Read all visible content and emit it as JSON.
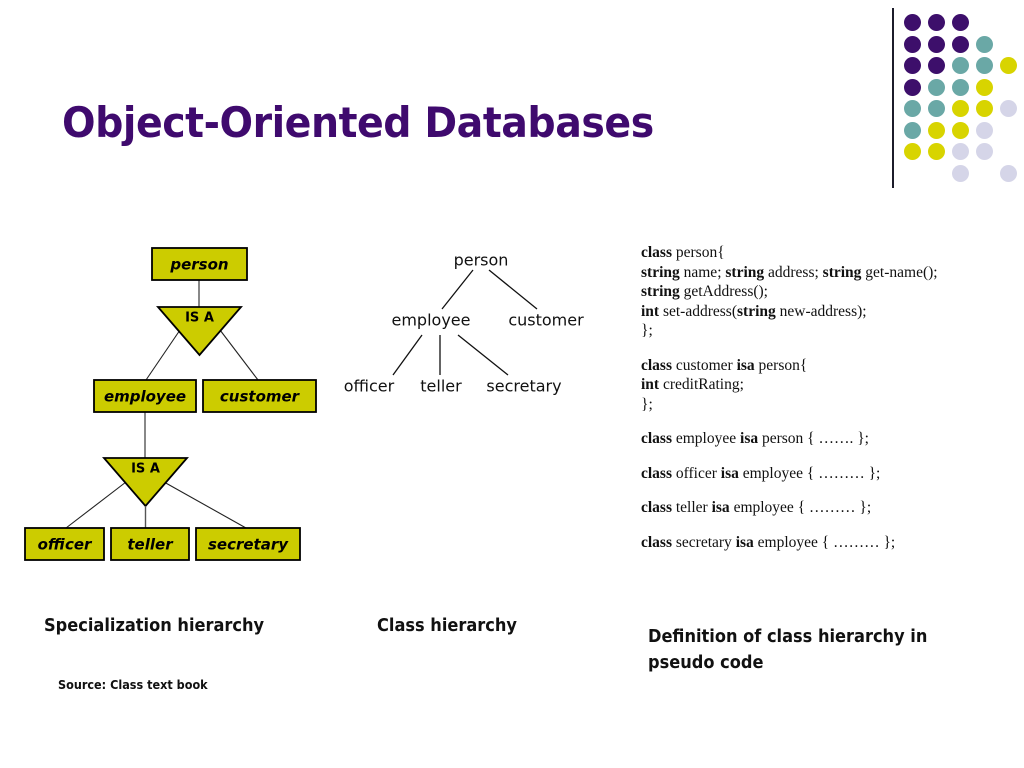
{
  "slide": {
    "title": "Object-Oriented Databases",
    "title_color": "#3f0a6e",
    "background_color": "#ffffff"
  },
  "logo": {
    "name": "decorative-dot-grid-logo",
    "colors": {
      "purple": "#3d0f6b",
      "teal": "#6aa8a6",
      "yellow": "#d8d400",
      "lavender": "#d5d5e8",
      "rule": "#1c1c2a"
    },
    "dots": [
      {
        "col": 0,
        "row": 0,
        "color": "purple"
      },
      {
        "col": 1,
        "row": 0,
        "color": "purple"
      },
      {
        "col": 2,
        "row": 0,
        "color": "purple"
      },
      {
        "col": 0,
        "row": 1,
        "color": "purple"
      },
      {
        "col": 1,
        "row": 1,
        "color": "purple"
      },
      {
        "col": 2,
        "row": 1,
        "color": "purple"
      },
      {
        "col": 3,
        "row": 1,
        "color": "teal"
      },
      {
        "col": 0,
        "row": 2,
        "color": "purple"
      },
      {
        "col": 1,
        "row": 2,
        "color": "purple"
      },
      {
        "col": 2,
        "row": 2,
        "color": "teal"
      },
      {
        "col": 3,
        "row": 2,
        "color": "teal"
      },
      {
        "col": 4,
        "row": 2,
        "color": "yellow"
      },
      {
        "col": 0,
        "row": 3,
        "color": "purple"
      },
      {
        "col": 1,
        "row": 3,
        "color": "teal"
      },
      {
        "col": 2,
        "row": 3,
        "color": "teal"
      },
      {
        "col": 3,
        "row": 3,
        "color": "yellow"
      },
      {
        "col": 0,
        "row": 4,
        "color": "teal"
      },
      {
        "col": 1,
        "row": 4,
        "color": "teal"
      },
      {
        "col": 2,
        "row": 4,
        "color": "yellow"
      },
      {
        "col": 3,
        "row": 4,
        "color": "yellow"
      },
      {
        "col": 4,
        "row": 4,
        "color": "lavender"
      },
      {
        "col": 0,
        "row": 5,
        "color": "teal"
      },
      {
        "col": 1,
        "row": 5,
        "color": "yellow"
      },
      {
        "col": 2,
        "row": 5,
        "color": "yellow"
      },
      {
        "col": 3,
        "row": 5,
        "color": "lavender"
      },
      {
        "col": 0,
        "row": 6,
        "color": "yellow"
      },
      {
        "col": 1,
        "row": 6,
        "color": "yellow"
      },
      {
        "col": 2,
        "row": 6,
        "color": "lavender"
      },
      {
        "col": 3,
        "row": 6,
        "color": "lavender"
      },
      {
        "col": 2,
        "row": 7,
        "color": "lavender"
      },
      {
        "col": 4,
        "row": 7,
        "color": "lavender"
      }
    ]
  },
  "specialization_diagram": {
    "caption": "Specialization hierarchy",
    "box_fill": "#cccc00",
    "box_stroke": "#000000",
    "entities": [
      {
        "id": "person",
        "label": "person"
      },
      {
        "id": "employee",
        "label": "employee"
      },
      {
        "id": "customer",
        "label": "customer"
      },
      {
        "id": "officer",
        "label": "officer"
      },
      {
        "id": "teller",
        "label": "teller"
      },
      {
        "id": "secretary",
        "label": "secretary"
      }
    ],
    "relationships": [
      {
        "id": "isa-1",
        "label": "IS A",
        "parent": "person",
        "children": [
          "employee",
          "customer"
        ]
      },
      {
        "id": "isa-2",
        "label": "IS A",
        "parent": "employee",
        "children": [
          "officer",
          "teller",
          "secretary"
        ]
      }
    ]
  },
  "class_diagram": {
    "caption": "Class hierarchy",
    "nodes": [
      {
        "id": "person",
        "label": "person"
      },
      {
        "id": "employee",
        "label": "employee"
      },
      {
        "id": "customer",
        "label": "customer"
      },
      {
        "id": "officer",
        "label": "officer"
      },
      {
        "id": "teller",
        "label": "teller"
      },
      {
        "id": "secretary",
        "label": "secretary"
      }
    ],
    "edges": [
      {
        "from": "person",
        "to": "employee"
      },
      {
        "from": "person",
        "to": "customer"
      },
      {
        "from": "employee",
        "to": "officer"
      },
      {
        "from": "employee",
        "to": "teller"
      },
      {
        "from": "employee",
        "to": "secretary"
      }
    ]
  },
  "pseudo_code": {
    "caption": "Definition of class hierarchy in pseudo code",
    "blocks": [
      {
        "id": "class-person",
        "lines": [
          [
            {
              "t": "class",
              "b": true
            },
            {
              "t": " person{",
              "b": false
            }
          ],
          [
            {
              "t": "string",
              "b": true
            },
            {
              "t": " name; ",
              "b": false
            },
            {
              "t": "string",
              "b": true
            },
            {
              "t": " address; ",
              "b": false
            },
            {
              "t": "string",
              "b": true
            },
            {
              "t": " get-name();",
              "b": false
            }
          ],
          [
            {
              "t": "string",
              "b": true
            },
            {
              "t": " getAddress();",
              "b": false
            }
          ],
          [
            {
              "t": "int",
              "b": true
            },
            {
              "t": " set-address(",
              "b": false
            },
            {
              "t": "string",
              "b": true
            },
            {
              "t": " new-address);",
              "b": false
            }
          ],
          [
            {
              "t": "};",
              "b": false
            }
          ]
        ]
      },
      {
        "id": "class-customer",
        "lines": [
          [
            {
              "t": "class",
              "b": true
            },
            {
              "t": " customer ",
              "b": false
            },
            {
              "t": "isa",
              "b": true
            },
            {
              "t": " person{",
              "b": false
            }
          ],
          [
            {
              "t": "int",
              "b": true
            },
            {
              "t": " creditRating;",
              "b": false
            }
          ],
          [
            {
              "t": "};",
              "b": false
            }
          ]
        ]
      },
      {
        "id": "class-employee",
        "lines": [
          [
            {
              "t": "class",
              "b": true
            },
            {
              "t": " employee ",
              "b": false
            },
            {
              "t": "isa",
              "b": true
            },
            {
              "t": " person { ……. };",
              "b": false
            }
          ]
        ]
      },
      {
        "id": "class-officer",
        "lines": [
          [
            {
              "t": "class",
              "b": true
            },
            {
              "t": " officer ",
              "b": false
            },
            {
              "t": "isa",
              "b": true
            },
            {
              "t": " employee { ……… };",
              "b": false
            }
          ]
        ]
      },
      {
        "id": "class-teller",
        "lines": [
          [
            {
              "t": "class",
              "b": true
            },
            {
              "t": " teller ",
              "b": false
            },
            {
              "t": "isa",
              "b": true
            },
            {
              "t": " employee { ……… };",
              "b": false
            }
          ]
        ]
      },
      {
        "id": "class-secretary",
        "lines": [
          [
            {
              "t": "class",
              "b": true
            },
            {
              "t": " secretary ",
              "b": false
            },
            {
              "t": "isa",
              "b": true
            },
            {
              "t": " employee { ……… };",
              "b": false
            }
          ]
        ]
      }
    ]
  },
  "source_note": "Source: Class text book"
}
